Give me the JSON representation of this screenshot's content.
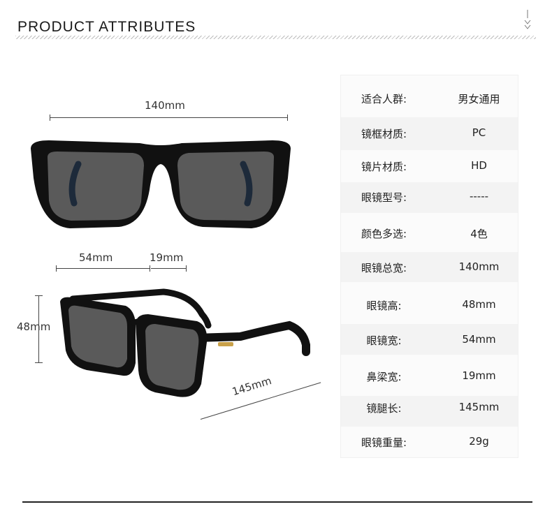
{
  "header": {
    "title": "PRODUCT ATTRIBUTES",
    "chevron_icon": "double-chevron-down-icon"
  },
  "dimensions": {
    "total_width": "140mm",
    "lens_width": "54mm",
    "bridge": "19mm",
    "lens_height": "48mm",
    "temple_length": "145mm"
  },
  "attributes": [
    {
      "label": "适合人群:",
      "value": "男女通用"
    },
    {
      "label": "镜框材质:",
      "value": "PC"
    },
    {
      "label": "镜片材质:",
      "value": "HD"
    },
    {
      "label": "眼镜型号:",
      "value": "-----"
    },
    {
      "label": "颜色多选:",
      "value": "4色"
    },
    {
      "label": "眼镜总宽:",
      "value": "140mm"
    },
    {
      "label": "眼镜高:",
      "value": "48mm"
    },
    {
      "label": "眼镜宽:",
      "value": "54mm"
    },
    {
      "label": "鼻梁宽:",
      "value": "19mm"
    },
    {
      "label": "镜腿长:",
      "value": "145mm"
    },
    {
      "label": "眼镜重量:",
      "value": "29g"
    }
  ],
  "colors": {
    "frame": "#111111",
    "lens": "#5a5a5a",
    "accent": "#c9a14a"
  }
}
